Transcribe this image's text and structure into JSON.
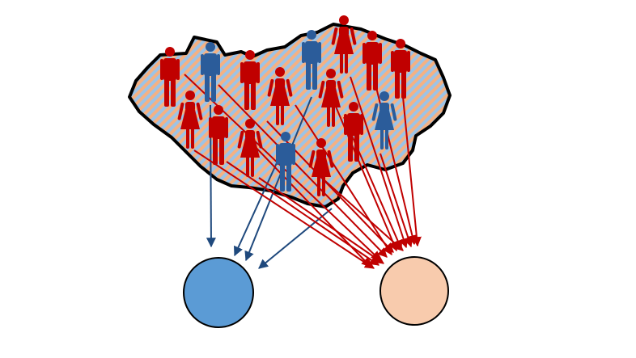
{
  "colors": {
    "red_figure": "#c00000",
    "blue_figure": "#2b5c9a",
    "red_arrow": "#c00000",
    "blue_arrow": "#1f497d",
    "blob_stripe_a": "#f4b183",
    "blob_stripe_b": "#9dc3e6",
    "blob_outline": "#000000",
    "blue_circle": "#5b9bd5",
    "peach_circle": "#f8cbad"
  },
  "figures": [
    {
      "gender": "male",
      "color": "red"
    },
    {
      "gender": "male",
      "color": "blue"
    },
    {
      "gender": "male",
      "color": "red"
    },
    {
      "gender": "male",
      "color": "blue"
    },
    {
      "gender": "female",
      "color": "red"
    },
    {
      "gender": "male",
      "color": "red"
    },
    {
      "gender": "male",
      "color": "red"
    },
    {
      "gender": "female",
      "color": "red"
    },
    {
      "gender": "female",
      "color": "red"
    },
    {
      "gender": "female",
      "color": "red"
    },
    {
      "gender": "male",
      "color": "red"
    },
    {
      "gender": "male",
      "color": "red"
    },
    {
      "gender": "female",
      "color": "blue"
    },
    {
      "gender": "female",
      "color": "red"
    },
    {
      "gender": "male",
      "color": "blue"
    },
    {
      "gender": "female",
      "color": "red"
    }
  ],
  "targets": [
    {
      "name": "blue-group",
      "color": "blue"
    },
    {
      "name": "peach-group",
      "color": "peach"
    }
  ]
}
